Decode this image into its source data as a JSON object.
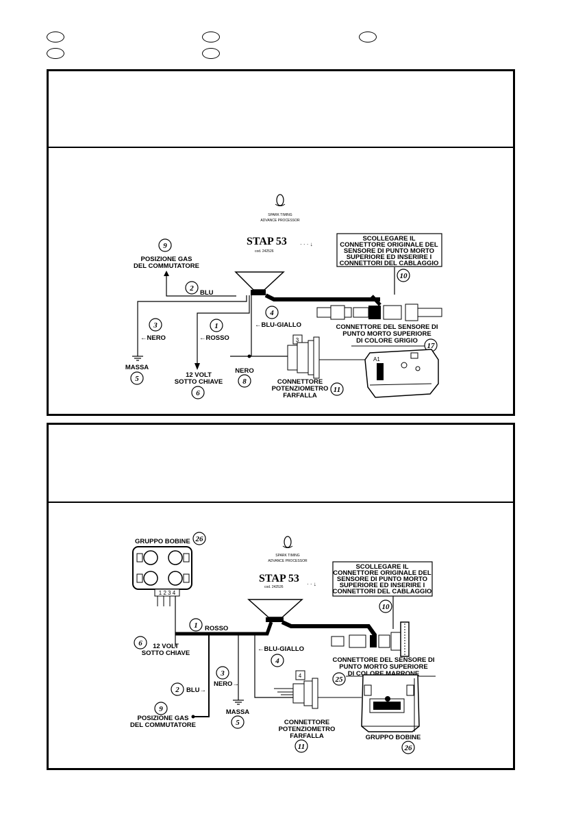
{
  "header_ovals": 5,
  "diagram1": {
    "brand": "STAP 53",
    "brand_sub": "cod. 242526",
    "logo_line1": "SPARK TIMING",
    "logo_line2": "ADVANCE PROCESSOR",
    "note_lines": [
      "SCOLLEGARE IL",
      "CONNETTORE ORIGINALE DEL",
      "SENSORE DI PUNTO MORTO",
      "SUPERIORE ED INSERIRE I",
      "CONNETTORI DEL CABLAGGIO"
    ],
    "pos_gas": [
      "POSIZIONE GAS",
      "DEL COMMUTATORE"
    ],
    "blu": "BLU",
    "nero_arrow": "←NERO",
    "rosso_arrow": "←ROSSO",
    "blu_giallo": "←BLU-GIALLO",
    "massa": "MASSA",
    "volt": [
      "12 VOLT",
      "SOTTO CHIAVE"
    ],
    "nero": "NERO",
    "conn_pot": [
      "CONNETTORE",
      "POTENZIOMETRO",
      "FARFALLA"
    ],
    "conn_sens": [
      "CONNETTORE DEL  SENSORE DI",
      "PUNTO MORTO SUPERIORE",
      "DI COLORE GRIGIO"
    ],
    "n9": "9",
    "n2": "2",
    "n4": "4",
    "n3": "3",
    "n1": "1",
    "n10": "10",
    "n5": "5",
    "n6": "6",
    "n8": "8",
    "n11": "11",
    "n17": "17",
    "box3": "3"
  },
  "diagram2": {
    "brand": "STAP 53",
    "brand_sub": "cod. 242526",
    "logo_line1": "SPARK TIMING",
    "logo_line2": "ADVANCE PROCESSOR",
    "gruppo_bobine": "GRUPPO BOBINE",
    "bobine_pins": "1 2 3 4",
    "note_lines": [
      "SCOLLEGARE IL",
      "CONNETTORE ORIGINALE DEL",
      "SENSORE DI PUNTO MORTO",
      "SUPERIORE ED INSERIRE I",
      "CONNETTORI DEL CABLAGGIO"
    ],
    "rosso": "ROSSO",
    "volt": [
      "12 VOLT",
      "SOTTO CHIAVE"
    ],
    "blu_giallo": "←BLU-GIALLO",
    "nero": "NERO→",
    "blu": "BLU→",
    "massa": "MASSA",
    "pos_gas": [
      "POSIZIONE GAS",
      "DEL COMMUTATORE"
    ],
    "conn_pot": [
      "CONNETTORE",
      "POTENZIOMETRO",
      "FARFALLA"
    ],
    "conn_sens": [
      "CONNETTORE DEL  SENSORE DI",
      "PUNTO MORTO SUPERIORE",
      "DI COLORE MARRONE"
    ],
    "gruppo_bobine_2": "GRUPPO BOBINE",
    "n26": "26",
    "n1": "1",
    "n6": "6",
    "n3": "3",
    "n4": "4",
    "n2": "2",
    "n5": "5",
    "n9": "9",
    "n10": "10",
    "n25": "25",
    "n11": "11",
    "n26b": "26",
    "box4": "4"
  }
}
